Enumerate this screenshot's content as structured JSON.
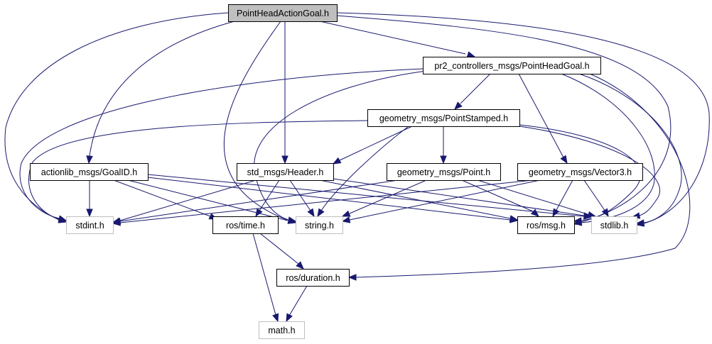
{
  "diagram": {
    "type": "include-dependency-graph",
    "colors": {
      "edge": "#191970",
      "root_fill": "#bfbfbf",
      "node_border": "#000000",
      "external_border": "#bfbfbf",
      "background": "#ffffff"
    },
    "nodes": [
      {
        "id": "root",
        "label": "PointHeadActionGoal.h",
        "kind": "root"
      },
      {
        "id": "pointheadgoal",
        "label": "pr2_controllers_msgs/PointHeadGoal.h",
        "kind": "documented"
      },
      {
        "id": "pointstamped",
        "label": "geometry_msgs/PointStamped.h",
        "kind": "documented"
      },
      {
        "id": "goalid",
        "label": "actionlib_msgs/GoalID.h",
        "kind": "documented"
      },
      {
        "id": "header",
        "label": "std_msgs/Header.h",
        "kind": "documented"
      },
      {
        "id": "point",
        "label": "geometry_msgs/Point.h",
        "kind": "documented"
      },
      {
        "id": "vector3",
        "label": "geometry_msgs/Vector3.h",
        "kind": "documented"
      },
      {
        "id": "stdint",
        "label": "stdint.h",
        "kind": "external"
      },
      {
        "id": "string",
        "label": "string.h",
        "kind": "external"
      },
      {
        "id": "rostime",
        "label": "ros/time.h",
        "kind": "documented"
      },
      {
        "id": "rosmsg",
        "label": "ros/msg.h",
        "kind": "documented"
      },
      {
        "id": "stdlib",
        "label": "stdlib.h",
        "kind": "external"
      },
      {
        "id": "duration",
        "label": "ros/duration.h",
        "kind": "documented"
      },
      {
        "id": "math",
        "label": "math.h",
        "kind": "external"
      }
    ],
    "edges": [
      {
        "from": "root",
        "to": "pointheadgoal"
      },
      {
        "from": "root",
        "to": "goalid"
      },
      {
        "from": "root",
        "to": "header"
      },
      {
        "from": "root",
        "to": "stdint"
      },
      {
        "from": "root",
        "to": "string"
      },
      {
        "from": "root",
        "to": "rosmsg"
      },
      {
        "from": "root",
        "to": "stdlib"
      },
      {
        "from": "pointheadgoal",
        "to": "pointstamped"
      },
      {
        "from": "pointheadgoal",
        "to": "vector3"
      },
      {
        "from": "pointheadgoal",
        "to": "stdint"
      },
      {
        "from": "pointheadgoal",
        "to": "string"
      },
      {
        "from": "pointheadgoal",
        "to": "rosmsg"
      },
      {
        "from": "pointheadgoal",
        "to": "stdlib"
      },
      {
        "from": "pointheadgoal",
        "to": "duration"
      },
      {
        "from": "pointstamped",
        "to": "header"
      },
      {
        "from": "pointstamped",
        "to": "point"
      },
      {
        "from": "pointstamped",
        "to": "stdint"
      },
      {
        "from": "pointstamped",
        "to": "string"
      },
      {
        "from": "pointstamped",
        "to": "rosmsg"
      },
      {
        "from": "pointstamped",
        "to": "stdlib"
      },
      {
        "from": "goalid",
        "to": "stdint"
      },
      {
        "from": "goalid",
        "to": "rostime"
      },
      {
        "from": "goalid",
        "to": "string"
      },
      {
        "from": "goalid",
        "to": "rosmsg"
      },
      {
        "from": "goalid",
        "to": "stdlib"
      },
      {
        "from": "header",
        "to": "stdint"
      },
      {
        "from": "header",
        "to": "rostime"
      },
      {
        "from": "header",
        "to": "string"
      },
      {
        "from": "header",
        "to": "rosmsg"
      },
      {
        "from": "header",
        "to": "stdlib"
      },
      {
        "from": "point",
        "to": "stdint"
      },
      {
        "from": "point",
        "to": "string"
      },
      {
        "from": "point",
        "to": "rosmsg"
      },
      {
        "from": "point",
        "to": "stdlib"
      },
      {
        "from": "vector3",
        "to": "stdint"
      },
      {
        "from": "vector3",
        "to": "string"
      },
      {
        "from": "vector3",
        "to": "rosmsg"
      },
      {
        "from": "vector3",
        "to": "stdlib"
      },
      {
        "from": "rostime",
        "to": "duration"
      },
      {
        "from": "rostime",
        "to": "math"
      },
      {
        "from": "duration",
        "to": "math"
      }
    ]
  }
}
